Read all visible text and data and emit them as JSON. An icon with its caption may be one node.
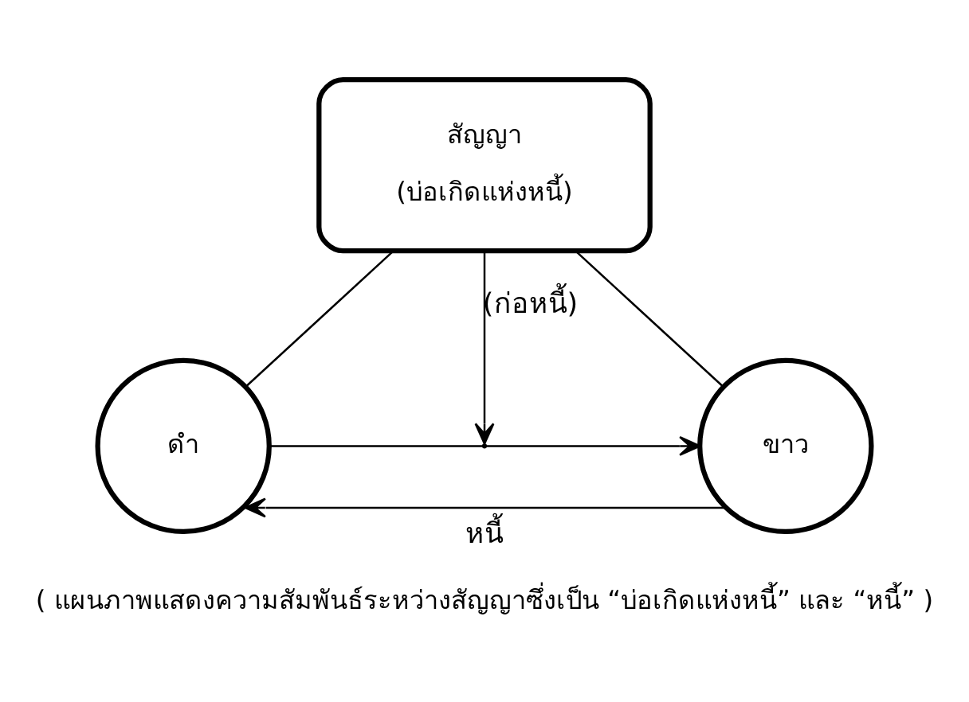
{
  "diagram": {
    "caption": "( แผนภาพแสดงความสัมพันธ์ระหว่างสัญญาซึ่งเป็น “บ่อเกิดแห่งหนี้” และ “หนี้” )",
    "nodes": [
      {
        "text": [
          "สัญญา",
          "(บ่อเกิดแห่งหนี้)"
        ]
      },
      {
        "text": [
          "ดำ"
        ]
      },
      {
        "text": [
          "ขาว"
        ]
      }
    ],
    "edges": [
      {
        "from": 0,
        "to": 1,
        "arrow": "none"
      },
      {
        "from": 0,
        "to": 2,
        "arrow": "none"
      },
      {
        "from": 0,
        "to": null,
        "arrow": "to",
        "label": "(ก่อหนี้)"
      },
      {
        "from": 1,
        "to": 2,
        "arrow": "to"
      },
      {
        "from": 2,
        "to": 1,
        "arrow": "to",
        "label": "หนี้"
      }
    ]
  }
}
